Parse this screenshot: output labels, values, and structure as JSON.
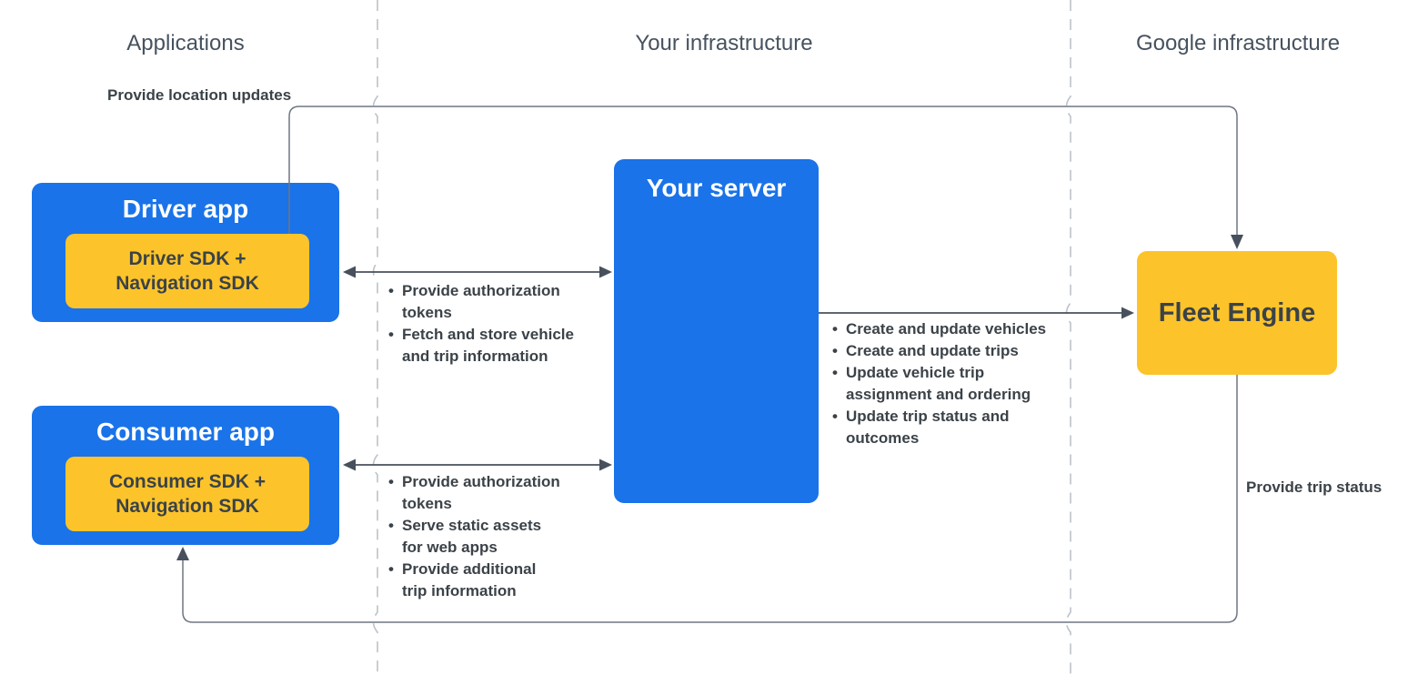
{
  "headers": {
    "applications": "Applications",
    "your_infrastructure": "Your infrastructure",
    "google_infrastructure": "Google infrastructure"
  },
  "boxes": {
    "driver_app": {
      "title": "Driver app",
      "sdk": "Driver SDK +\nNavigation SDK"
    },
    "consumer_app": {
      "title": "Consumer app",
      "sdk": "Consumer SDK +\nNavigation SDK"
    },
    "your_server": {
      "title": "Your server"
    },
    "fleet_engine": {
      "title": "Fleet Engine"
    }
  },
  "edge_labels": {
    "provide_location_updates": "Provide location updates",
    "provide_trip_status": "Provide trip status"
  },
  "edge_lists": {
    "driver_server": {
      "items": [
        "Provide authorization\ntokens",
        "Fetch and store vehicle\nand trip information"
      ]
    },
    "consumer_server": {
      "items": [
        "Provide authorization\ntokens",
        "Serve static assets\nfor web apps",
        "Provide additional\ntrip information"
      ]
    },
    "server_fleet": {
      "items": [
        "Create and update vehicles",
        "Create and update trips",
        "Update vehicle trip\nassignment and ordering",
        "Update trip status and\noutcomes"
      ]
    }
  },
  "colors": {
    "box_blue": "#1A73E8",
    "box_yellow": "#FCC42A",
    "dark_text": "#3B4248",
    "header_text": "#47525F",
    "arrow_dark": "#47505C",
    "long_line_gray": "#6E7680",
    "divider_gray": "#BCC2CA",
    "white": "#FFFFFF"
  }
}
